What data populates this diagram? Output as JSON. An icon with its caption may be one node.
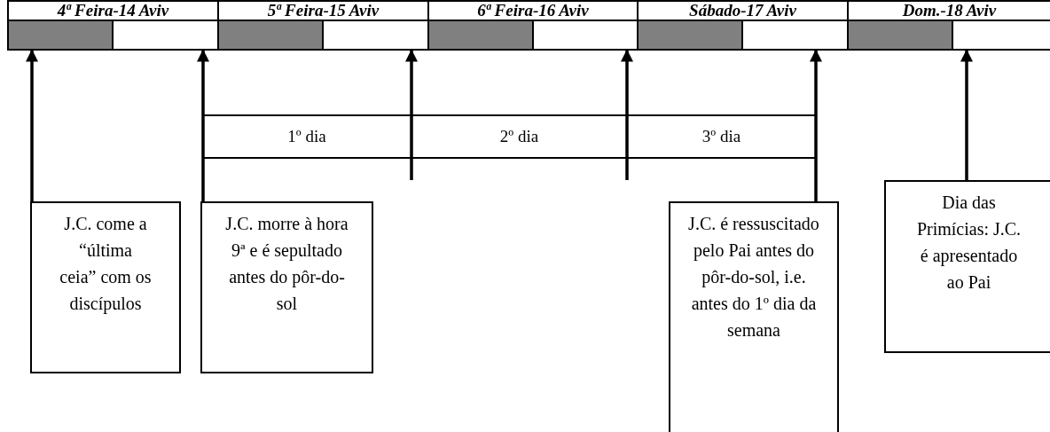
{
  "diagram": {
    "nodes": [
      {
        "text": [
          "4ª Feira-14 Aviv"
        ]
      },
      {
        "text": [
          "5ª Feira-15 Aviv"
        ]
      },
      {
        "text": [
          "6ª Feira-16 Aviv"
        ]
      },
      {
        "text": [
          "Sábado-17 Aviv"
        ]
      },
      {
        "text": [
          "Dom.-18 Aviv"
        ]
      },
      {
        "text": [],
        "shape": "bar"
      },
      {
        "text": [],
        "shape": "bar"
      },
      {
        "text": [],
        "shape": "bar"
      },
      {
        "text": [],
        "shape": "bar"
      },
      {
        "text": [],
        "shape": "bar"
      },
      {
        "text": [],
        "shape": "bar"
      },
      {
        "text": [],
        "shape": "bar"
      },
      {
        "text": [],
        "shape": "bar"
      },
      {
        "text": [],
        "shape": "bar"
      },
      {
        "text": [],
        "shape": "bar"
      },
      {
        "text": [
          "1º dia"
        ]
      },
      {
        "text": [
          "2º dia"
        ]
      },
      {
        "text": [
          "3º dia"
        ]
      },
      {
        "text": [
          "J.C. come a “última ceia” com os discípulos"
        ]
      },
      {
        "text": [
          "J.C. morre à hora 9ª e é sepultado antes do pôr-do-sol"
        ]
      },
      {
        "text": [
          "J.C. é ressuscitado pelo Pai antes do pôr-do-sol, i.e. antes do 1º dia da semana"
        ]
      },
      {
        "text": [
          "Dia das Primícias: J.C. é apresentado ao Pai"
        ]
      }
    ],
    "edges": [
      {
        "from": 18,
        "to": 5,
        "arrow": "to"
      },
      {
        "from": 19,
        "to": 6,
        "arrow": "to"
      },
      {
        "from": null,
        "to": 8,
        "arrow": "to"
      },
      {
        "from": null,
        "to": 10,
        "arrow": "to"
      },
      {
        "from": 20,
        "to": 12,
        "arrow": "to"
      },
      {
        "from": 21,
        "to": 14,
        "arrow": "to"
      }
    ]
  }
}
